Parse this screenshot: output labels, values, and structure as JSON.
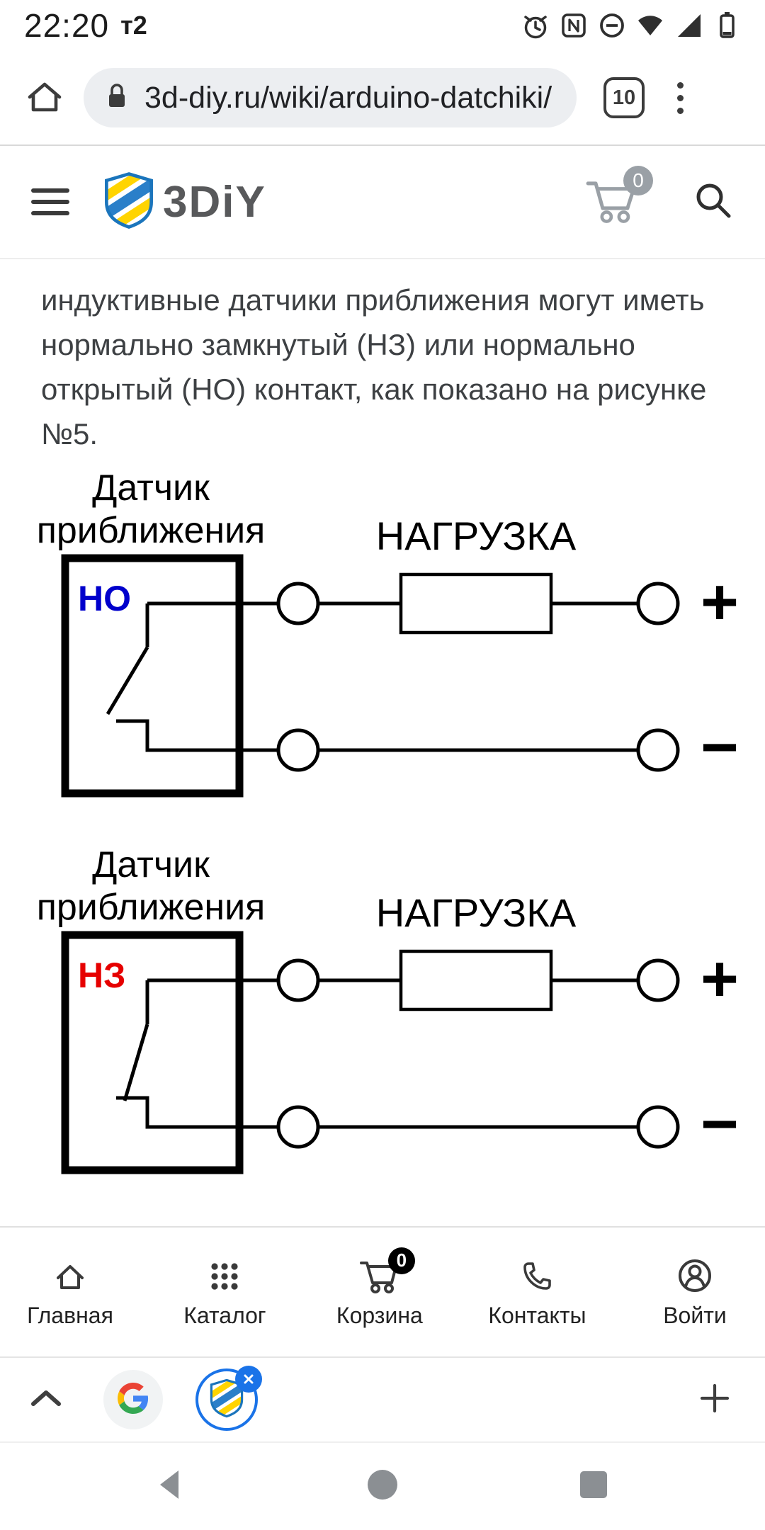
{
  "status_bar": {
    "time": "22:20",
    "carrier": "т2"
  },
  "browser": {
    "url": "3d-diy.ru/wiki/arduino-datchiki/",
    "tab_count": "10"
  },
  "site_header": {
    "logo_text": "3DiY",
    "cart_badge": "0"
  },
  "article": {
    "lines": [
      "индуктивные датчики приближения могут иметь",
      "нормально замкнутый (НЗ) или нормально",
      "открытый (НО) контакт, как показано на рисунке",
      "№5."
    ]
  },
  "diagrams": {
    "no": {
      "sensor_line1": "Датчик",
      "sensor_line2": "приближения",
      "load_label": "НАГРУЗКА",
      "contact_type": "НО",
      "contact_color": "#0000cc",
      "plus_sign": "+",
      "minus_sign": "−"
    },
    "nz": {
      "sensor_line1": "Датчик",
      "sensor_line2": "приближения",
      "load_label": "НАГРУЗКА",
      "contact_type": "НЗ",
      "contact_color": "#e60000",
      "plus_sign": "+",
      "minus_sign": "−"
    }
  },
  "bottom_nav": {
    "items": [
      {
        "label": "Главная"
      },
      {
        "label": "Каталог"
      },
      {
        "label": "Корзина",
        "badge": "0"
      },
      {
        "label": "Контакты"
      },
      {
        "label": "Войти"
      }
    ]
  },
  "colors": {
    "accent_blue": "#1a73e8",
    "logo_blue": "#1b75bc",
    "logo_yellow": "#ffd400"
  }
}
